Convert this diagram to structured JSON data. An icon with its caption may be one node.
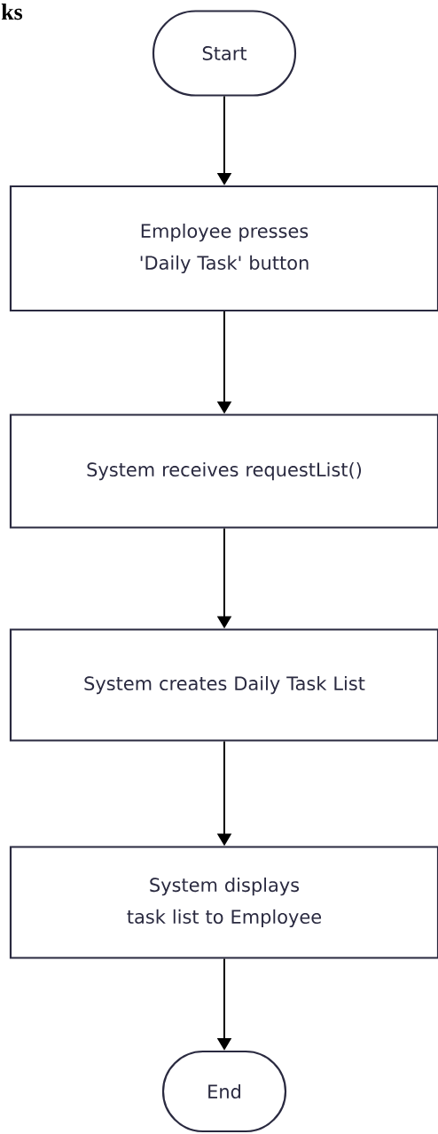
{
  "diagram": {
    "title": "ks",
    "nodes": [
      {
        "text": [
          "Start"
        ]
      },
      {
        "text": [
          "Employee presses 'Daily Task' button"
        ]
      },
      {
        "text": [
          "System receives requestList()"
        ]
      },
      {
        "text": [
          "System creates Daily Task List"
        ]
      },
      {
        "text": [
          "System displays task list to Employee"
        ]
      },
      {
        "text": [
          "End"
        ]
      }
    ],
    "edges": [
      {
        "from": 0,
        "to": 1,
        "arrow": "to"
      },
      {
        "from": 1,
        "to": 2,
        "arrow": "to"
      },
      {
        "from": 2,
        "to": 3,
        "arrow": "to"
      },
      {
        "from": 3,
        "to": 4,
        "arrow": "to"
      },
      {
        "from": 4,
        "to": 5,
        "arrow": "to"
      }
    ]
  }
}
